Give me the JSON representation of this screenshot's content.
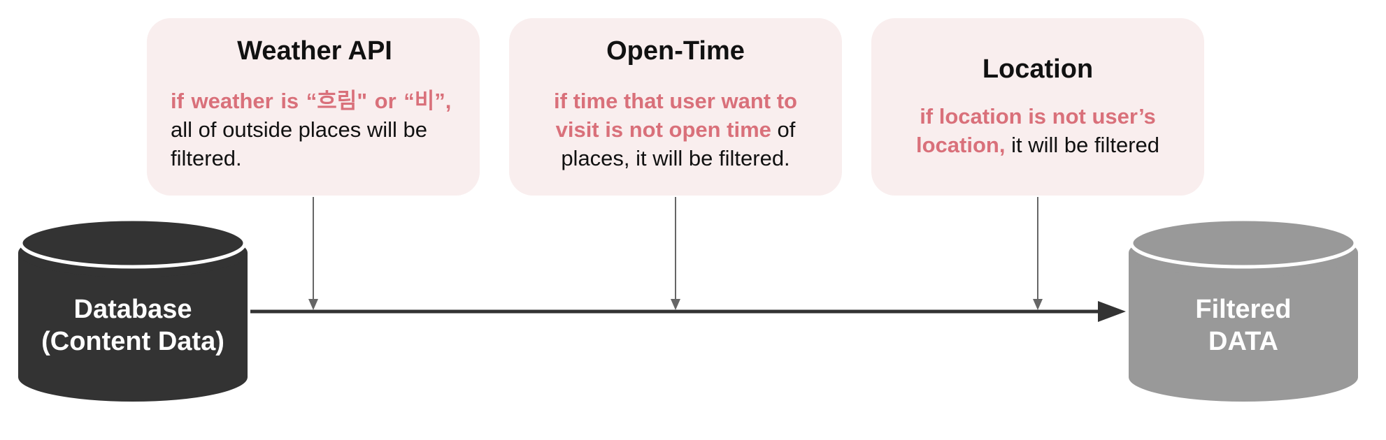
{
  "filters": [
    {
      "title": "Weather API",
      "highlight": "if weather is “흐림\" or “비”,",
      "rest": "all of outside places will be filtered."
    },
    {
      "title": "Open-Time",
      "highlight": "if time that user want to visit is not open time",
      "rest": "of places, it will be filtered."
    },
    {
      "title": "Location",
      "highlight": "if location is not user’s location,",
      "rest": "it will be filtered"
    }
  ],
  "source": {
    "line1": "Database",
    "line2": "(Content Data)"
  },
  "target": {
    "line1": "Filtered",
    "line2": "DATA"
  },
  "colors": {
    "card_bg": "#f9eeee",
    "highlight": "#d9707a",
    "source_cylinder": "#333333",
    "target_cylinder": "#999999",
    "connector": "#666666",
    "main_arrow": "#333333"
  }
}
